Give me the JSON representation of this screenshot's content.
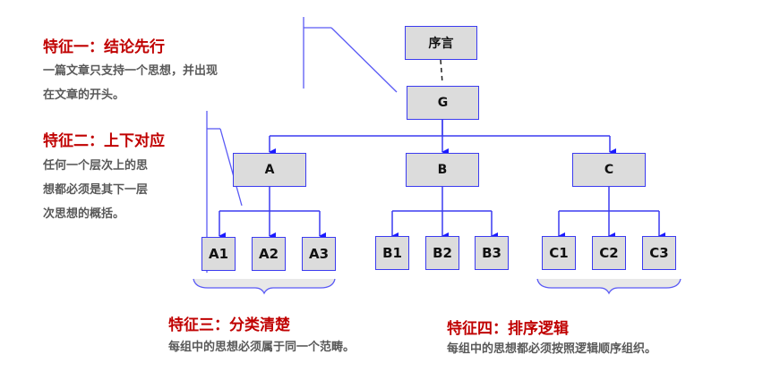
{
  "features": [
    {
      "title": "特征一：结论先行",
      "desc": [
        "一篇文章只支持一个思想，并出现",
        "在文章的开头。"
      ]
    },
    {
      "title": "特征二：上下对应",
      "desc": [
        "任何一个层次上的思",
        "想都必须是其下一层",
        "次思想的概括。"
      ]
    },
    {
      "title": "特征三：分类清楚",
      "desc": [
        "每组中的思想必须属于同一个范畴。"
      ]
    },
    {
      "title": "特征四：排序逻辑",
      "desc": [
        "每组中的思想都必须按照逻辑顺序组织。"
      ]
    }
  ],
  "nodes": {
    "preface": "序言",
    "root": "G",
    "level1": [
      "A",
      "B",
      "C"
    ],
    "level2": {
      "A": [
        "A1",
        "A2",
        "A3"
      ],
      "B": [
        "B1",
        "B2",
        "B3"
      ],
      "C": [
        "C1",
        "C2",
        "C3"
      ]
    }
  },
  "colors": {
    "title_red": "#c00000",
    "desc_gray": "#595959",
    "line_blue": "#3b3bf0",
    "node_fill": "#dcdcdc"
  }
}
